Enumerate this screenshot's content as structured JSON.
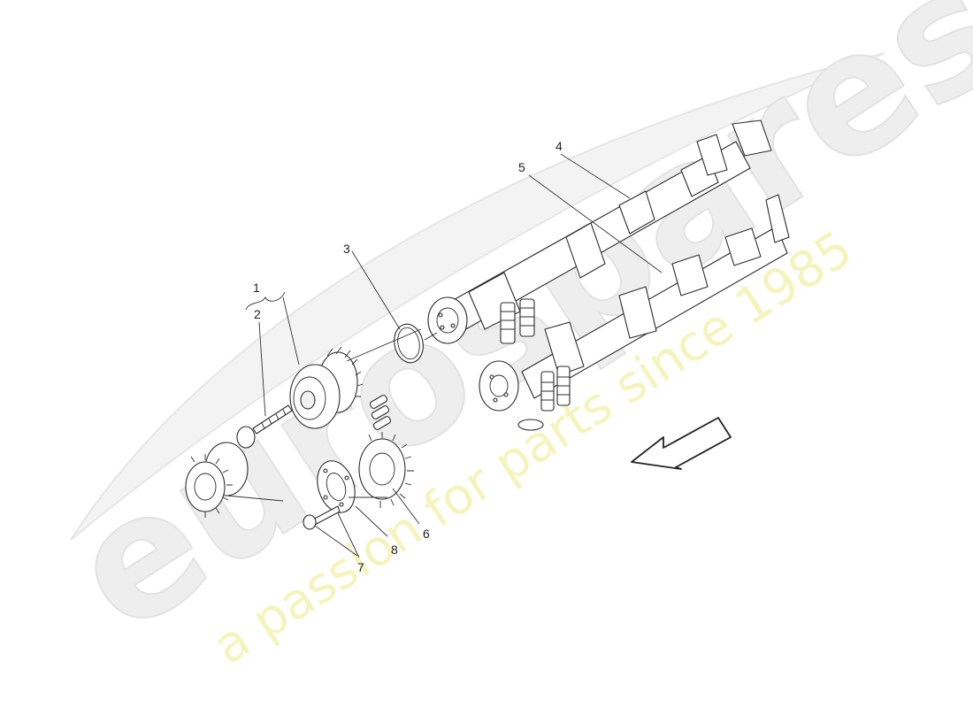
{
  "watermark": {
    "brand": "eurospares",
    "tagline": "a passion for parts since 1985"
  },
  "callouts": {
    "c1": "1",
    "c2": "2",
    "c3": "3",
    "c4": "4",
    "c5": "5",
    "c6": "6",
    "c7": "7",
    "c8": "8"
  },
  "icons": {
    "direction_arrow": "arrow-down-left-icon"
  },
  "colors": {
    "line": "#2b2b2b",
    "watermark_grey": "#eeeeee",
    "watermark_yellow": "#f6f4bd"
  }
}
